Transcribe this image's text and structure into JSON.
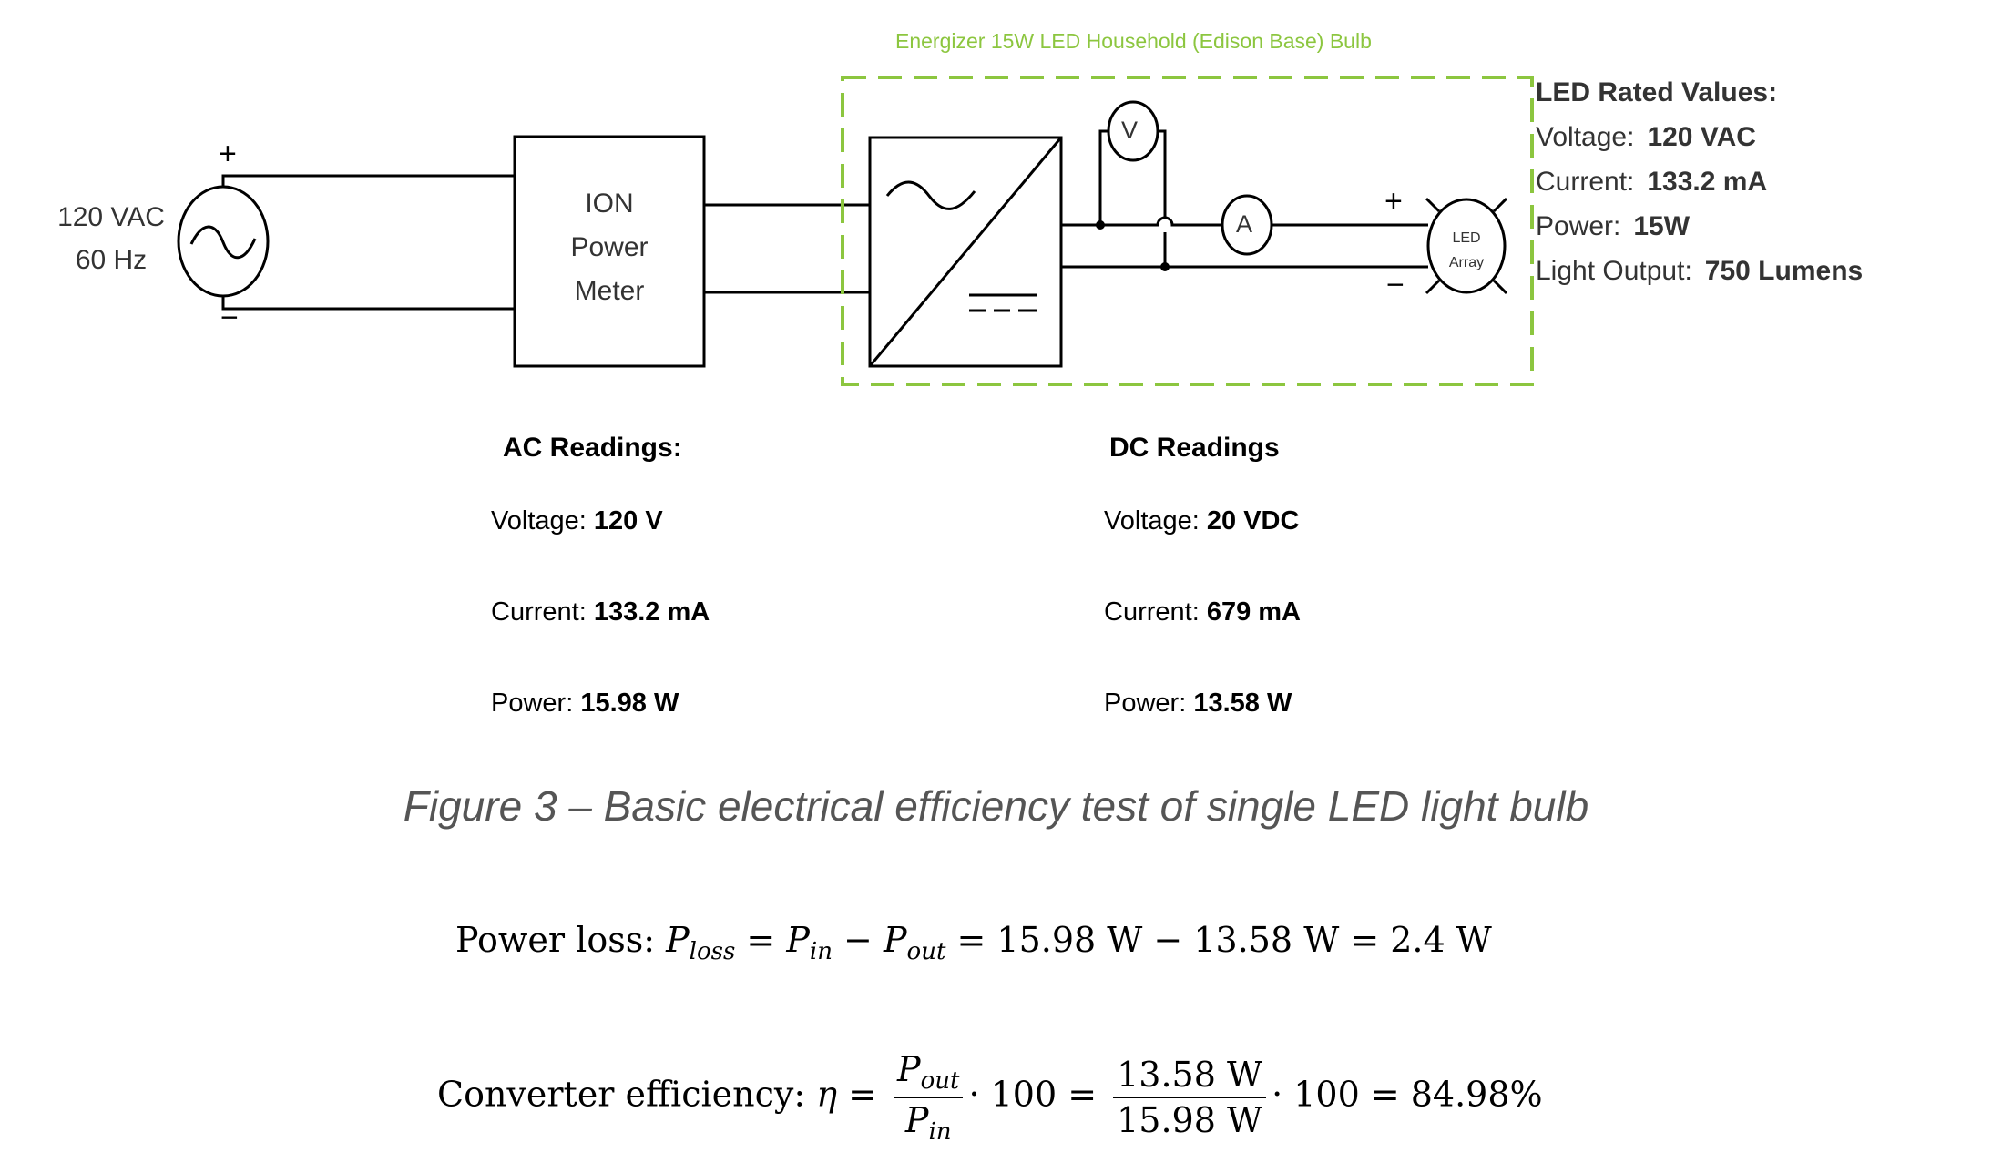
{
  "source": {
    "voltage": "120 VAC",
    "frequency": "60 Hz",
    "plus": "+",
    "minus": "−"
  },
  "meter": {
    "line1": "ION",
    "line2": "Power",
    "line3": "Meter"
  },
  "bulb": {
    "title": "Energizer 15W LED Household (Edison Base) Bulb",
    "voltmeter": "V",
    "ammeter": "A",
    "led_line1": "LED",
    "led_line2": "Array",
    "plus": "+",
    "minus": "−"
  },
  "rated": {
    "title": "LED Rated Values:",
    "items": [
      {
        "label": "Voltage:",
        "value": "120 VAC"
      },
      {
        "label": "Current:",
        "value": "133.2 mA"
      },
      {
        "label": "Power:",
        "value": "15W"
      },
      {
        "label": "Light Output:",
        "value": "750 Lumens"
      }
    ]
  },
  "ac_readings": {
    "title": "AC Readings:",
    "items": [
      {
        "label": "Voltage:",
        "value": "120 V"
      },
      {
        "label": "Current:",
        "value": "133.2 mA"
      },
      {
        "label": "Power:",
        "value": "15.98 W"
      }
    ]
  },
  "dc_readings": {
    "title": "DC Readings",
    "items": [
      {
        "label": "Voltage:",
        "value": "20 VDC"
      },
      {
        "label": "Current:",
        "value": "679 mA"
      },
      {
        "label": "Power:",
        "value": "13.58 W"
      }
    ]
  },
  "caption": "Figure 3 – Basic electrical efficiency test of single LED light bulb",
  "equations": {
    "loss_prefix": "Power loss: ",
    "loss_P": "P",
    "loss_sub": "loss",
    "in_sub": "in",
    "out_sub": "out",
    "loss_rest": " = 15.98 W − 13.58 W = 2.4 W",
    "eff_prefix": "Converter efficiency: ",
    "eta": "η",
    "eq_sign": " = ",
    "minus_sign": " − ",
    "times100": "· 100 = ",
    "num_val": "13.58 W",
    "den_val": "15.98 W",
    "eff_result": "· 100 = 84.98%"
  },
  "colors": {
    "accent_green": "#8cc63f",
    "line": "#000000",
    "text_gray": "#333333"
  }
}
